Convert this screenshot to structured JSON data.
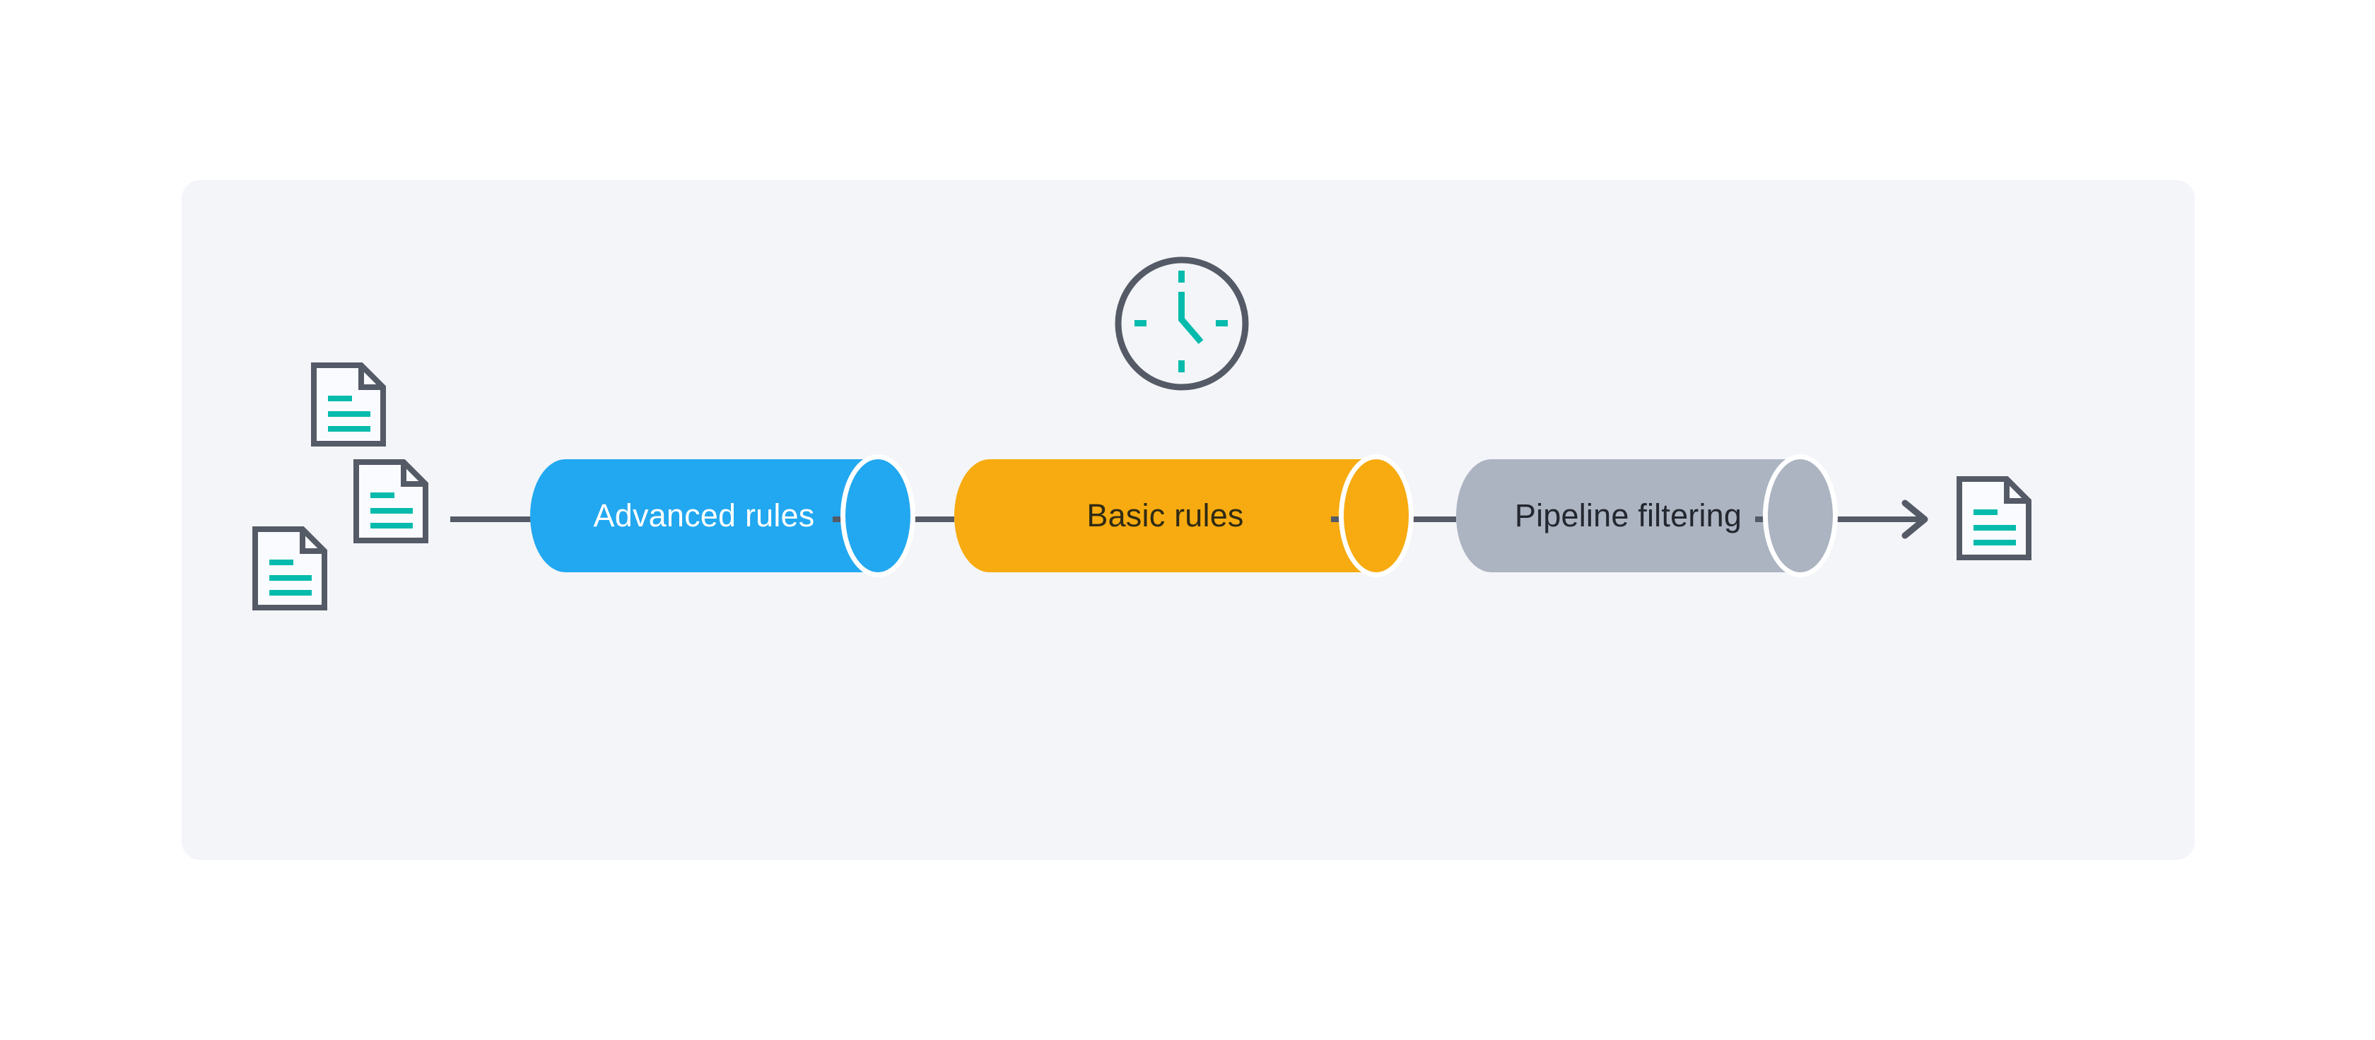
{
  "colors": {
    "background": "#FFFFFF",
    "card": "#F4F5F9",
    "stroke_dark": "#545A66",
    "accent_teal": "#06BBAC",
    "stage_blue": "#22A8F0",
    "stage_orange": "#F7AB10",
    "stage_gray": "#ACB4C2",
    "text_on_blue": "#FFFFFF",
    "text_on_orange": "#302B15",
    "text_on_gray": "#23272F",
    "cap_ring": "#FFFFFF"
  },
  "diagram": {
    "type": "pipeline-flow",
    "input_documents_count": 3,
    "output_documents_count": 1,
    "icons": [
      "document-icon",
      "clock-icon",
      "arrow-right-icon"
    ],
    "stages": [
      {
        "id": "advanced-rules",
        "label": "Advanced rules"
      },
      {
        "id": "basic-rules",
        "label": "Basic rules"
      },
      {
        "id": "pipeline-filtering",
        "label": "Pipeline filtering"
      }
    ]
  }
}
